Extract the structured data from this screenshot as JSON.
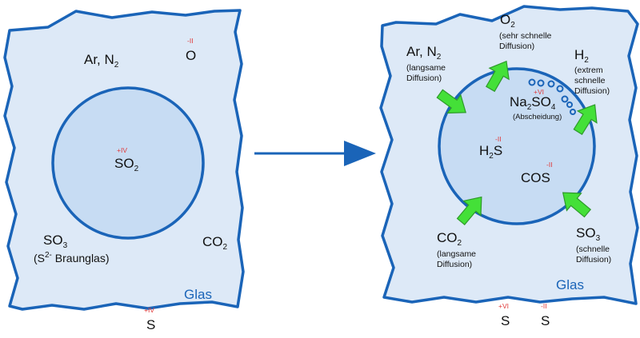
{
  "colors": {
    "glass_fill": "#dde9f7",
    "glass_stroke": "#1a64b8",
    "bubble_fill": "#c7dcf3",
    "bubble_stroke": "#1a64b8",
    "arrow_green": "#44e038",
    "arrow_green_stroke": "#2e9a2a",
    "main_arrow": "#1a64b8",
    "oxidation": "#e03a3a",
    "glas_label": "#1a64b8"
  },
  "left": {
    "ar_n2": {
      "main": "Ar, N",
      "sub": "2"
    },
    "o": {
      "text": "O",
      "ox": "-II"
    },
    "so2": {
      "main": "SO",
      "sub": "2",
      "ox": "+IV"
    },
    "so3": {
      "main": "SO",
      "sub": "3"
    },
    "braunglas": {
      "open": "(S",
      "sup": "2-",
      "rest": " Braunglas)"
    },
    "co2": {
      "main": "CO",
      "sub": "2"
    },
    "glas": "Glas",
    "s": {
      "text": "S",
      "ox": "+IV"
    }
  },
  "right": {
    "o2": {
      "main": "O",
      "sub": "2",
      "note1": "(sehr schnelle",
      "note2": "Diffusion)"
    },
    "ar_n2": {
      "main": "Ar, N",
      "sub": "2",
      "note1": "(langsame",
      "note2": "Diffusion)"
    },
    "h2": {
      "main": "H",
      "sub": "2",
      "note1": "(extrem",
      "note2": "schnelle",
      "note3": "Diffusion)"
    },
    "na2so4": {
      "na": "Na",
      "sub1": "2",
      "so": "SO",
      "sub2": "4",
      "ox": "+VI",
      "note": "(Abscheidung)"
    },
    "h2s": {
      "h": "H",
      "sub": "2",
      "s": "S",
      "ox": "-II"
    },
    "cos": {
      "text": "COS",
      "ox": "-II"
    },
    "co2": {
      "main": "CO",
      "sub": "2",
      "note1": "(langsame",
      "note2": "Diffusion)"
    },
    "so3": {
      "main": "SO",
      "sub": "3",
      "note1": "(schnelle",
      "note2": "Diffusion)"
    },
    "glas": "Glas",
    "s_vi": {
      "text": "S",
      "ox": "+VI"
    },
    "s_ii": {
      "text": "S",
      "ox": "-II"
    }
  }
}
